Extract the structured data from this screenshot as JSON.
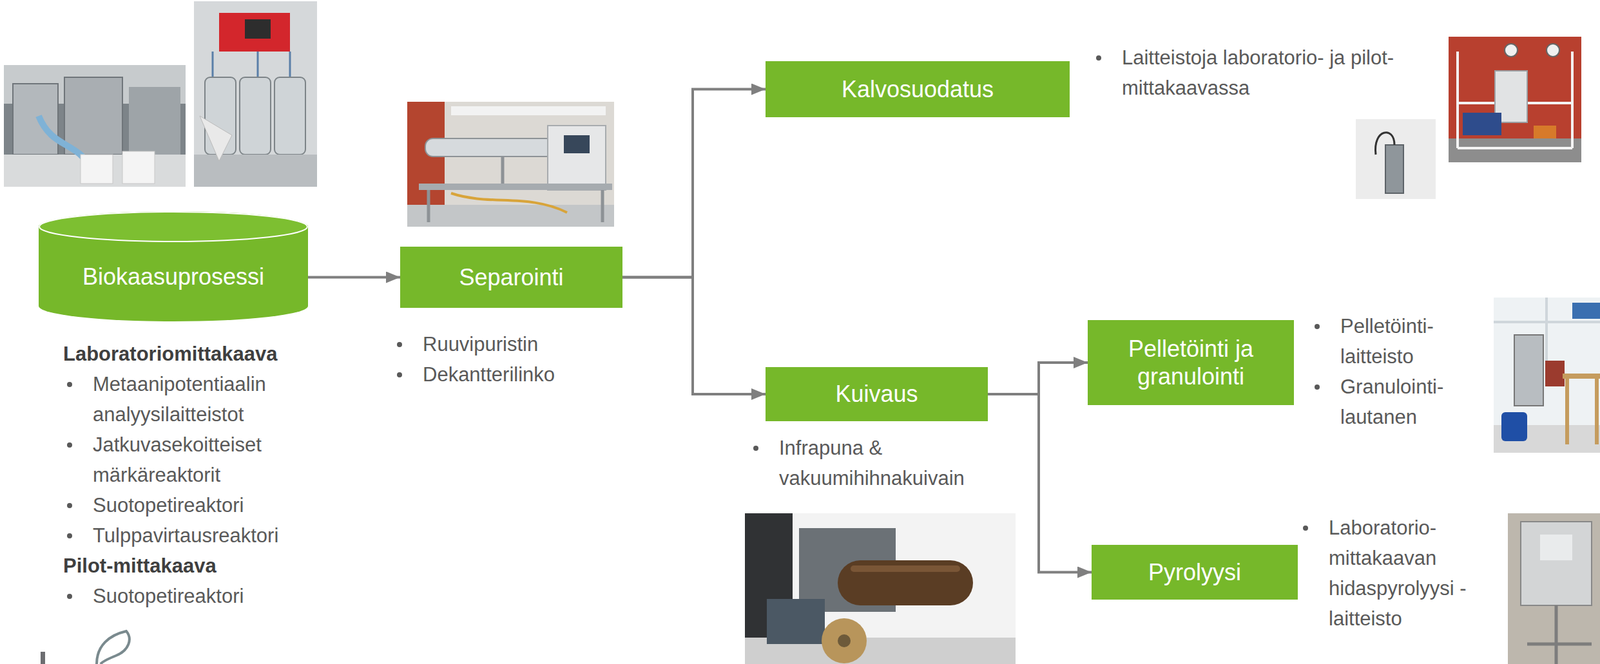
{
  "diagram": {
    "nodes": [
      {
        "text": [
          "Biokaasuprosessi"
        ]
      },
      {
        "text": [
          "Separointi"
        ]
      },
      {
        "text": [
          "Kalvosuodatus"
        ]
      },
      {
        "text": [
          "Kuivaus"
        ]
      },
      {
        "text": [
          "Pelletöinti ja granulointi"
        ]
      },
      {
        "text": [
          "Pyrolyysi"
        ]
      }
    ],
    "edges": [
      {
        "from": 0,
        "to": 1,
        "arrow": "to"
      },
      {
        "from": 1,
        "to": 2,
        "arrow": "to"
      },
      {
        "from": 1,
        "to": 3,
        "arrow": "to"
      },
      {
        "from": 3,
        "to": 4,
        "arrow": "to"
      },
      {
        "from": 3,
        "to": 5,
        "arrow": "to"
      }
    ],
    "labels": [
      "Laboratoriomittakaava",
      "Metaanipotentiaalin analyysilaitteistot",
      "Jatkuvasekoitteiset märkäreaktorit",
      "Suotopetireaktori",
      "Tulppavirtausreaktori",
      "Pilot-mittakaava",
      "Suotopetireaktori",
      "Ruuvipuristin",
      "Dekantterilinko",
      "Laitteistoja laboratorio- ja pilot-mittakaavassa",
      "Infrapuna & vakuumihihnakuivain",
      "Pelletöinti-laitteisto",
      "Granulointi-lautanen",
      "Laboratorio-mittakaavan hidaspyrolyysi -laitteisto"
    ]
  }
}
